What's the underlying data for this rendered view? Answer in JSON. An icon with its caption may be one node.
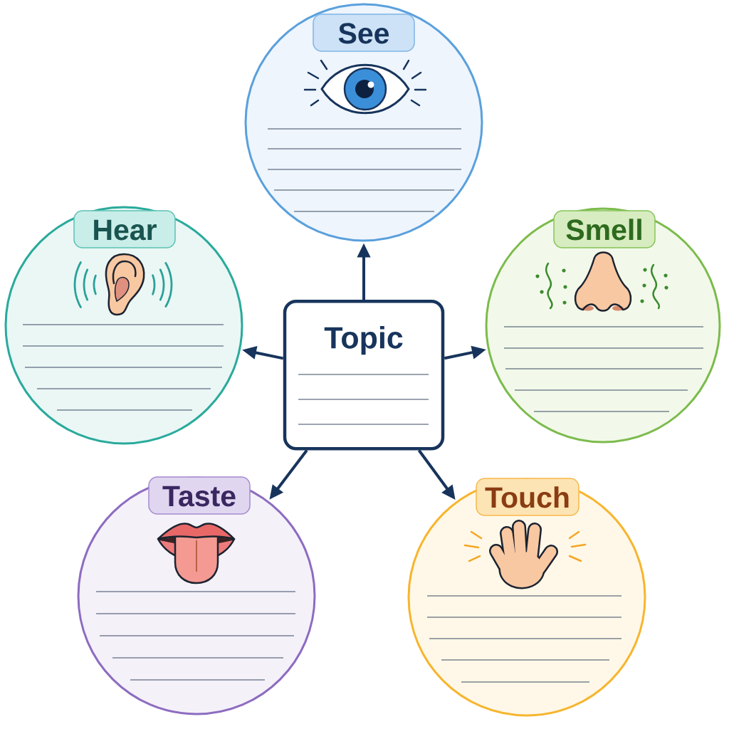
{
  "diagram": {
    "nodes": [
      {
        "text": [
          "See"
        ]
      },
      {
        "text": [
          "Hear"
        ]
      },
      {
        "text": [
          "Topic"
        ]
      },
      {
        "text": [
          "Smell"
        ]
      },
      {
        "text": [
          "Taste"
        ]
      },
      {
        "text": [
          "Touch"
        ]
      }
    ],
    "edges": [
      {
        "from": 2,
        "to": 0,
        "arrow": "to"
      },
      {
        "from": 2,
        "to": 1,
        "arrow": "to"
      },
      {
        "from": 2,
        "to": 3,
        "arrow": "to"
      },
      {
        "from": 2,
        "to": 4,
        "arrow": "to"
      },
      {
        "from": 2,
        "to": 5,
        "arrow": "to"
      }
    ]
  }
}
